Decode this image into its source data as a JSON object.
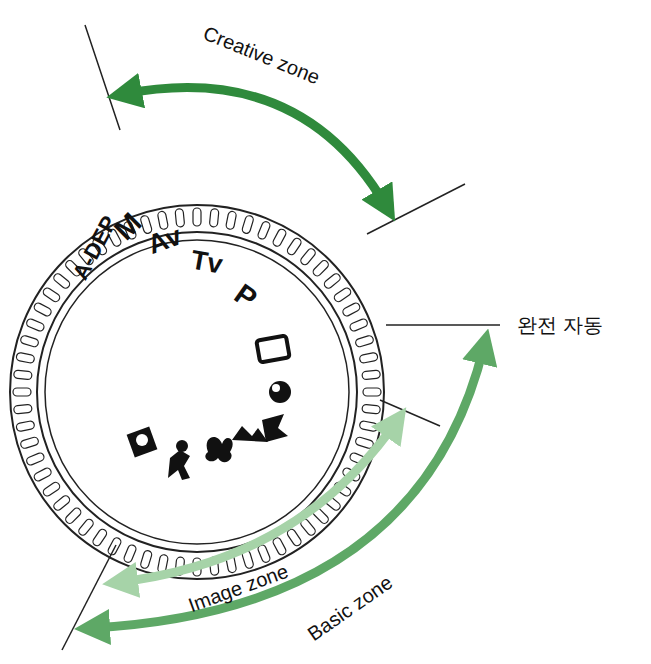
{
  "diagram": {
    "labels": [
      "Creative zone",
      "완전 자동",
      "Image zone",
      "Basic zone",
      "A-DEP",
      "M",
      "Av",
      "Tv",
      "P"
    ]
  }
}
